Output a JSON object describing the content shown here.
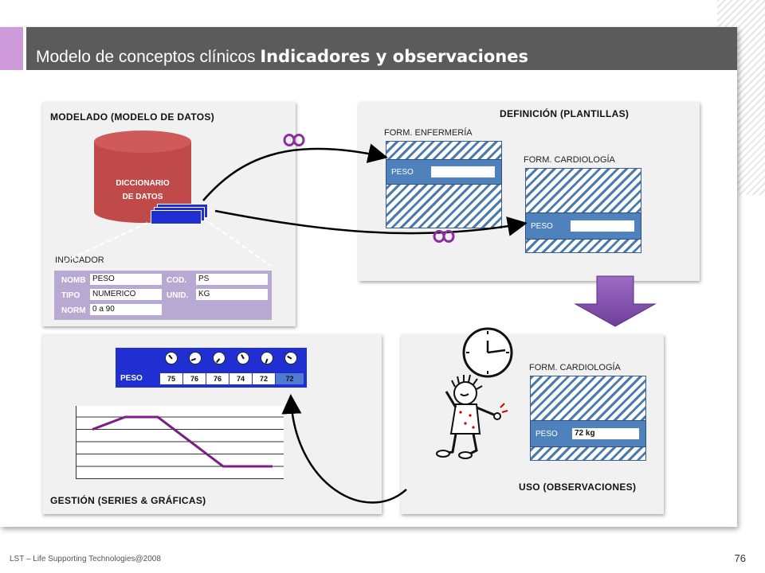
{
  "title": {
    "normal": "Modelo de conceptos clínicos ",
    "bold": "Indicadores y observaciones"
  },
  "panels": {
    "modelado": "MODELADO (MODELO DE DATOS)",
    "definicion": "DEFINICIÓN (PLANTILLAS)",
    "gestion": "GESTIÓN (SERIES & GRÁFICAS)",
    "uso": "USO (OBSERVACIONES)"
  },
  "database": {
    "line1": "DICCIONARIO",
    "line2": "DE DATOS"
  },
  "indicador": {
    "title": "INDICADOR",
    "fields": [
      {
        "key": "NOMB",
        "value": "PESO"
      },
      {
        "key": "TIPO",
        "value": "NUMERICO"
      },
      {
        "key": "NORM",
        "value": "0 a 90"
      },
      {
        "key": "COD.",
        "value": "PS"
      },
      {
        "key": "UNID.",
        "value": "KG"
      }
    ]
  },
  "forms": {
    "enfermeria": {
      "title": "FORM. ENFERMERÍA",
      "field": "PESO",
      "value": ""
    },
    "cardiologia": {
      "title": "FORM. CARDIOLOGÍA",
      "field": "PESO",
      "value": ""
    },
    "uso": {
      "title": "FORM. CARDIOLOGÍA",
      "field": "PESO",
      "value": "72 kg"
    }
  },
  "series": {
    "label": "PESO",
    "values": [
      "75",
      "76",
      "76",
      "74",
      "72",
      "72"
    ]
  },
  "graph": {
    "values": [
      75,
      76,
      76,
      74,
      72,
      72
    ],
    "color": "#7b1f86"
  },
  "colors": {
    "accent": "#cf9ad9",
    "titlebar": "#5b5b5b",
    "db": "#c0494a",
    "blue": "#1f2fd1",
    "form_row": "#4f81bd",
    "arrow": "#8e5bb5"
  },
  "footer": "LST – Life Supporting Technologies@2008",
  "page_number": "76"
}
